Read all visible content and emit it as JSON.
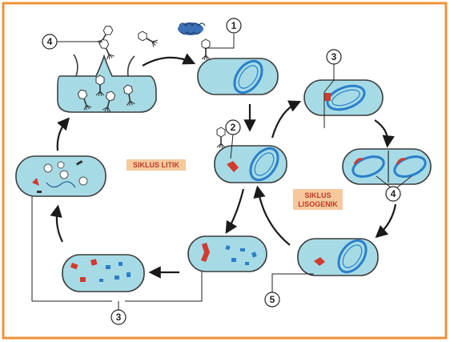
{
  "labels": {
    "lytic": "SIKLUS LITIK",
    "lysogenic_line1": "SIKLUS",
    "lysogenic_line2": "LISOGENIK"
  },
  "markers": {
    "m1": "1",
    "m2": "2",
    "m3_top": "3",
    "m3_bottom": "3",
    "m4_left": "4",
    "m4_right": "4",
    "m5": "5"
  },
  "colors": {
    "frame": "#f0923a",
    "cell_fill": "#a6dbe6",
    "cell_stroke": "#3d3d3d",
    "dna_blue": "#2b7fc9",
    "prophage_red": "#d23a2e",
    "label_bg": "#f6c99d",
    "label_text": "#c0392b",
    "phage_blue": "#3b6fb6",
    "arrow": "#1a1a1a"
  }
}
